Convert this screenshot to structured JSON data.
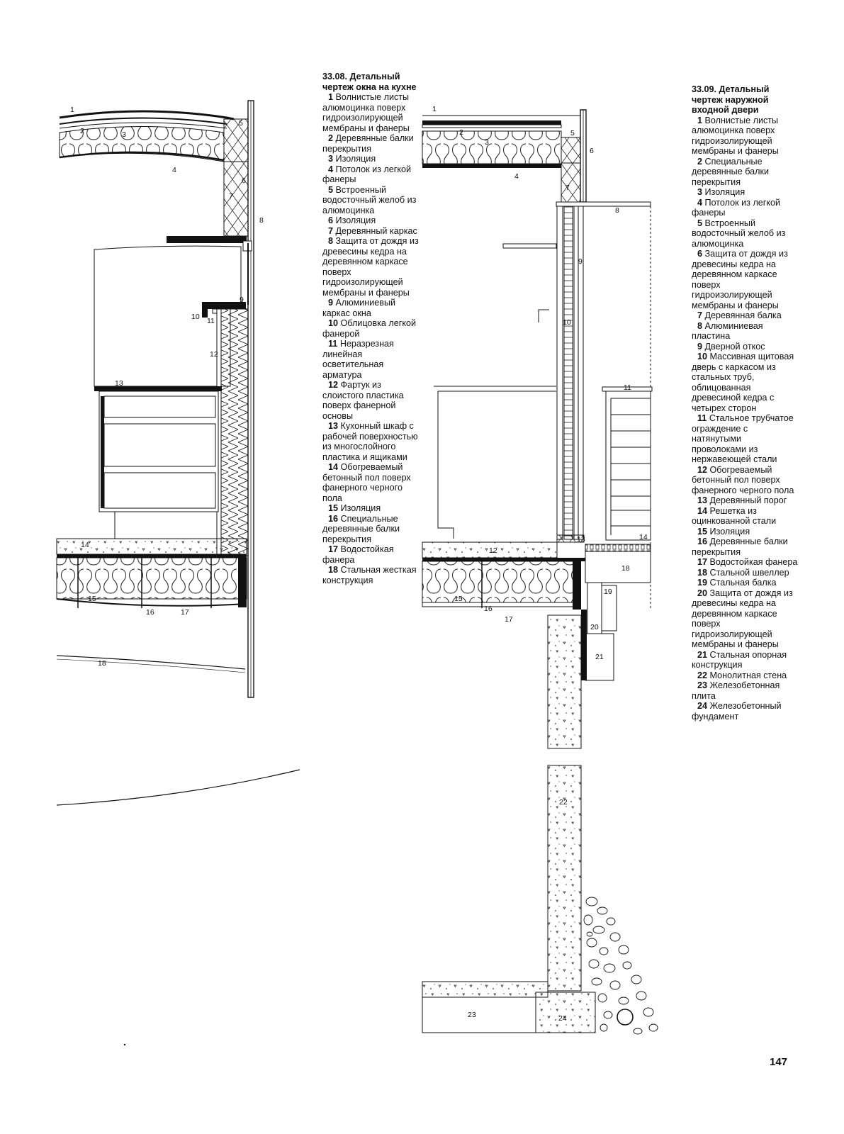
{
  "left_legend": {
    "title": "33.08. Детальный чертеж окна на кухне",
    "items": [
      {
        "n": "1",
        "t": "Волнистые листы алюмоцинка поверх гидроизолирующей мембраны и фанеры"
      },
      {
        "n": "2",
        "t": "Деревянные балки перекрытия"
      },
      {
        "n": "3",
        "t": "Изоляция"
      },
      {
        "n": "4",
        "t": "Потолок из легкой фанеры"
      },
      {
        "n": "5",
        "t": "Встроенный водосточный желоб из алюмоцинка"
      },
      {
        "n": "6",
        "t": "Изоляция"
      },
      {
        "n": "7",
        "t": "Деревянный каркас"
      },
      {
        "n": "8",
        "t": "Защита от дождя из древесины кедра на деревянном каркасе поверх гидроизолирующей мембраны и фанеры"
      },
      {
        "n": "9",
        "t": "Алюминиевый каркас окна"
      },
      {
        "n": "10",
        "t": "Облицовка легкой фанерой"
      },
      {
        "n": "11",
        "t": "Неразрезная линейная осветительная арматура"
      },
      {
        "n": "12",
        "t": "Фартук из слоистого пластика поверх фанерной основы"
      },
      {
        "n": "13",
        "t": "Кухонный шкаф с рабочей поверхностью из многослойного пластика и ящиками"
      },
      {
        "n": "14",
        "t": "Обогреваемый бетонный пол поверх фанерного черного пола"
      },
      {
        "n": "15",
        "t": "Изоляция"
      },
      {
        "n": "16",
        "t": "Специальные деревянные балки перекрытия"
      },
      {
        "n": "17",
        "t": "Водостойкая фанера"
      },
      {
        "n": "18",
        "t": "Стальная жесткая конструкция"
      }
    ]
  },
  "right_legend": {
    "title": "33.09. Детальный чертеж наружной входной двери",
    "items": [
      {
        "n": "1",
        "t": "Волнистые листы алюмоцинка поверх гидроизолирующей мембраны и фанеры"
      },
      {
        "n": "2",
        "t": "Специальные деревянные балки перекрытия"
      },
      {
        "n": "3",
        "t": "Изоляция"
      },
      {
        "n": "4",
        "t": "Потолок из легкой фанеры"
      },
      {
        "n": "5",
        "t": "Встроенный водосточный желоб из алюмоцинка"
      },
      {
        "n": "6",
        "t": "Защита от дождя из древесины кедра на деревянном каркасе поверх гидроизолирующей мембраны и фанеры"
      },
      {
        "n": "7",
        "t": "Деревянная балка"
      },
      {
        "n": "8",
        "t": "Алюминиевая пластина"
      },
      {
        "n": "9",
        "t": "Дверной откос"
      },
      {
        "n": "10",
        "t": "Массивная щитовая дверь с каркасом из стальных труб, облицованная древесиной кедра с четырех сторон"
      },
      {
        "n": "11",
        "t": "Стальное трубчатое ограждение с натянутыми проволоками из нержавеющей стали"
      },
      {
        "n": "12",
        "t": "Обогреваемый бетонный пол поверх фанерного черного пола"
      },
      {
        "n": "13",
        "t": "Деревянный порог"
      },
      {
        "n": "14",
        "t": "Решетка из оцинкованной стали"
      },
      {
        "n": "15",
        "t": "Изоляция"
      },
      {
        "n": "16",
        "t": "Деревянные балки перекрытия"
      },
      {
        "n": "17",
        "t": "Водостойкая фанера"
      },
      {
        "n": "18",
        "t": "Стальной швеллер"
      },
      {
        "n": "19",
        "t": "Стальная балка"
      },
      {
        "n": "20",
        "t": "Защита от дождя из древесины кедра на деревянном каркасе поверх гидроизолирующей мембраны и фанеры"
      },
      {
        "n": "21",
        "t": "Стальная опорная конструкция"
      },
      {
        "n": "22",
        "t": "Монолитная стена"
      },
      {
        "n": "23",
        "t": "Железобетонная плита"
      },
      {
        "n": "24",
        "t": "Железобетонный фундамент"
      }
    ]
  },
  "left_callouts": [
    "1",
    "2",
    "3",
    "4",
    "5",
    "6",
    "7",
    "8",
    "9",
    "10",
    "11",
    "12",
    "13",
    "14",
    "15",
    "16",
    "17",
    "18"
  ],
  "right_callouts": [
    "1",
    "2",
    "3",
    "4",
    "5",
    "6",
    "7",
    "8",
    "9",
    "10",
    "11",
    "12",
    "13",
    "14",
    "15",
    "16",
    "17",
    "18",
    "19",
    "20",
    "21",
    "22",
    "23",
    "24"
  ],
  "page_number": "147"
}
